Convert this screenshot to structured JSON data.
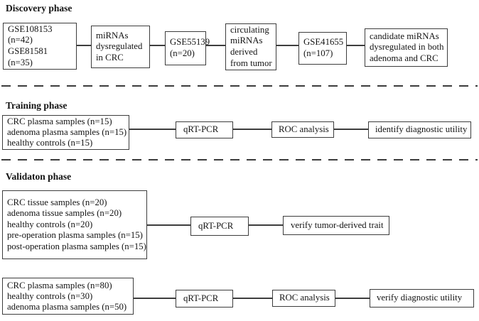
{
  "phases": {
    "discovery": {
      "title": "Discovery phase",
      "boxes": [
        {
          "text": "GSE108153\n(n=42)\nGSE81581\n(n=35)"
        },
        {
          "text": "miRNAs\ndysregulated\nin CRC"
        },
        {
          "text": "GSE55139\n(n=20)"
        },
        {
          "text": "circulating\nmiRNAs\nderived\nfrom tumor"
        },
        {
          "text": "GSE41655\n(n=107)"
        },
        {
          "text": "candidate miRNAs\ndysregulated in both\nadenoma and CRC"
        }
      ]
    },
    "training": {
      "title": "Training phase",
      "boxes": [
        {
          "text": "CRC plasma samples (n=15)\nadenoma plasma samples (n=15)\nhealthy controls (n=15)"
        },
        {
          "text": "qRT-PCR"
        },
        {
          "text": "ROC analysis"
        },
        {
          "text": "identify diagnostic utility"
        }
      ]
    },
    "validation": {
      "title": "Validaton phase",
      "rows": [
        {
          "boxes": [
            {
              "text": "CRC tissue samples (n=20)\nadenoma tissue samples (n=20)\nhealthy controls (n=20)\npre-operation plasma samples (n=15)\npost-operation plasma samples (n=15)"
            },
            {
              "text": "qRT-PCR"
            },
            {
              "text": "verify tumor-derived trait"
            }
          ]
        },
        {
          "boxes": [
            {
              "text": "CRC plasma samples (n=80)\nhealthy controls (n=30)\nadenoma plasma samples (n=50)"
            },
            {
              "text": "qRT-PCR"
            },
            {
              "text": "ROC analysis"
            },
            {
              "text": "verify diagnostic utility"
            }
          ]
        }
      ]
    }
  },
  "colors": {
    "background": "#ffffff",
    "border": "#3d3d3d",
    "text": "#141414"
  }
}
